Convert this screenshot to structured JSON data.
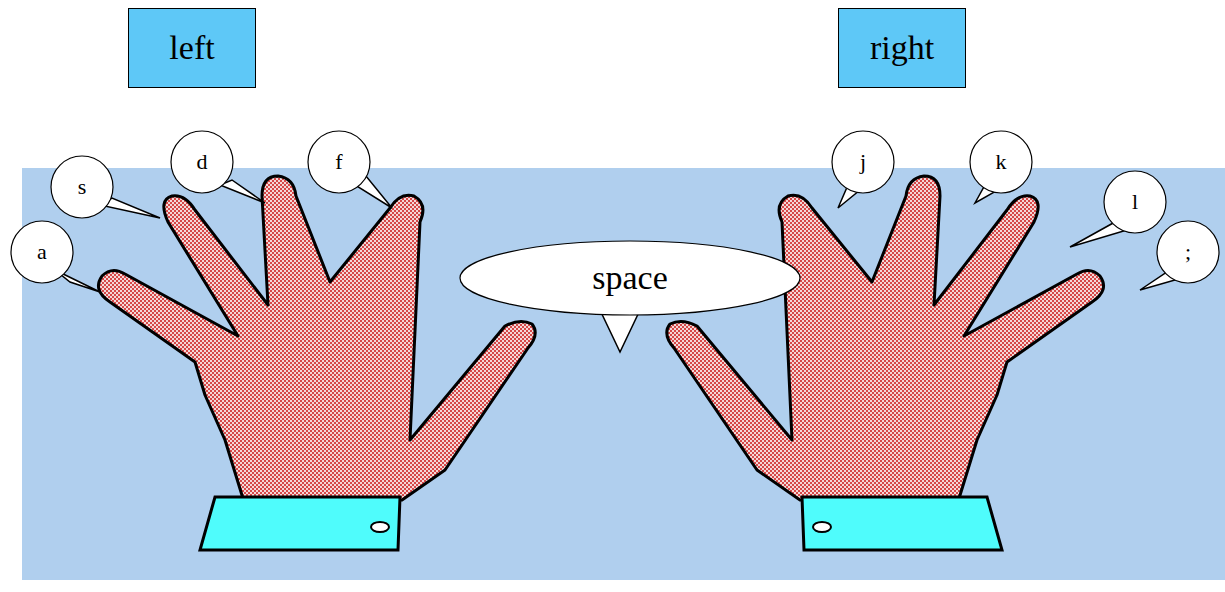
{
  "diagram": {
    "nodes": [
      {
        "text": [
          "left"
        ]
      },
      {
        "text": [
          "right"
        ]
      },
      {
        "text": [
          "a"
        ]
      },
      {
        "text": [
          "s"
        ]
      },
      {
        "text": [
          "d"
        ]
      },
      {
        "text": [
          "f"
        ]
      },
      {
        "text": [
          "space"
        ]
      },
      {
        "text": [
          "j"
        ]
      },
      {
        "text": [
          "k"
        ]
      },
      {
        "text": [
          "l"
        ]
      },
      {
        "text": [
          ";"
        ]
      }
    ],
    "edges": []
  }
}
